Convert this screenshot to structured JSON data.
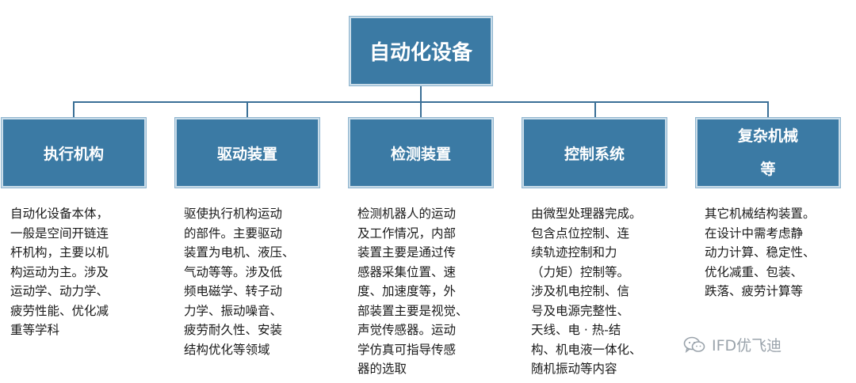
{
  "root": {
    "label": "自动化设备"
  },
  "children": [
    {
      "title_lines": [
        "执行机构"
      ],
      "description": "自动化设备本体，\n一般是空间开链连\n杆机构，主要以机\n构运动为主。涉及\n运动学、动力学、\n疲劳性能、优化减\n重等学科"
    },
    {
      "title_lines": [
        "驱动装置"
      ],
      "description": "驱使执行机构运动\n的部件。主要驱动\n装置为电机、液压、\n气动等等。涉及低\n频电磁学、转子动\n力学、振动噪音、\n疲劳耐久性、安装\n结构优化等领域"
    },
    {
      "title_lines": [
        "检测装置"
      ],
      "description": "检测机器人的运动\n及工作情况，内部\n装置主要是通过传\n感器采集位置、速\n度、加速度等，外\n部装置主要是视觉、\n声觉传感器。运动\n学仿真可指导传感\n器的选取"
    },
    {
      "title_lines": [
        "控制系统"
      ],
      "description": "由微型处理器完成。\n包含点位控制、连\n续轨迹控制和力\n（力矩）控制等。\n涉及机电控制、信\n号及电源完整性、\n天线、电 · 热-结\n构、机电液一体化、\n随机振动等内容"
    },
    {
      "title_lines": [
        "复杂机械",
        "等"
      ],
      "description": "其它机械结构装置。\n在设计中需考虑静\n动力计算、稳定性、\n优化减重、包装、\n跌落、疲劳计算等"
    }
  ],
  "watermark": {
    "text": "IFD优飞迪",
    "icon": "wechat-icon"
  },
  "colors": {
    "box_fill": "#3b7aa4",
    "connector": "#3a6f96",
    "text": "#1a1a1a",
    "watermark": "#9aa3ab"
  }
}
